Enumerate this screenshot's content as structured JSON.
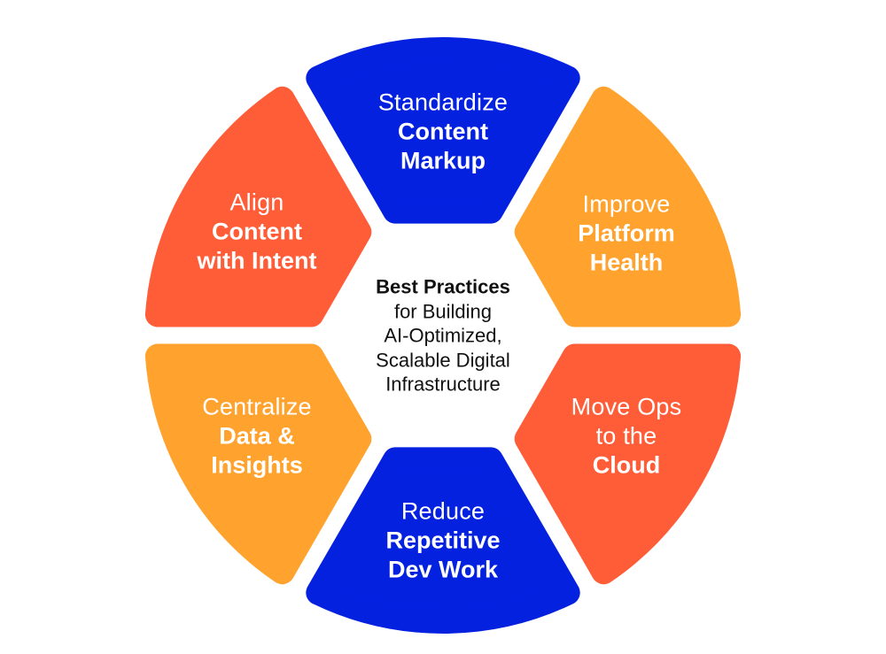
{
  "diagram": {
    "type": "hexagonal-ring",
    "center": {
      "title": "Best Practices",
      "lines": [
        "for Building",
        "AI-Optimized,",
        "Scalable Digital",
        "Infrastructure"
      ]
    },
    "colors": {
      "blue": "#0521E0",
      "red_orange": "#FF5C38",
      "orange": "#FFA22E",
      "center_text": "#111111",
      "label_text": "#FFFFFF"
    },
    "segments": [
      {
        "id": "standardize",
        "position": "top",
        "color": "#0521E0",
        "light": [
          "Standardize"
        ],
        "bold": [
          "Content",
          "Markup"
        ]
      },
      {
        "id": "improve",
        "position": "top-right",
        "color": "#FFA22E",
        "light": [
          "Improve"
        ],
        "bold": [
          "Platform",
          "Health"
        ]
      },
      {
        "id": "move-ops",
        "position": "bottom-right",
        "color": "#FF5C38",
        "light": [
          "Move Ops",
          "to the"
        ],
        "bold": [
          "Cloud"
        ]
      },
      {
        "id": "reduce",
        "position": "bottom",
        "color": "#0521E0",
        "light": [
          "Reduce"
        ],
        "bold": [
          "Repetitive",
          "Dev Work"
        ]
      },
      {
        "id": "centralize",
        "position": "bottom-left",
        "color": "#FFA22E",
        "light": [
          "Centralize"
        ],
        "bold": [
          "Data &",
          "Insights"
        ]
      },
      {
        "id": "align",
        "position": "top-left",
        "color": "#FF5C38",
        "light": [
          "Align"
        ],
        "bold": [
          "Content",
          "with Intent"
        ]
      }
    ]
  }
}
